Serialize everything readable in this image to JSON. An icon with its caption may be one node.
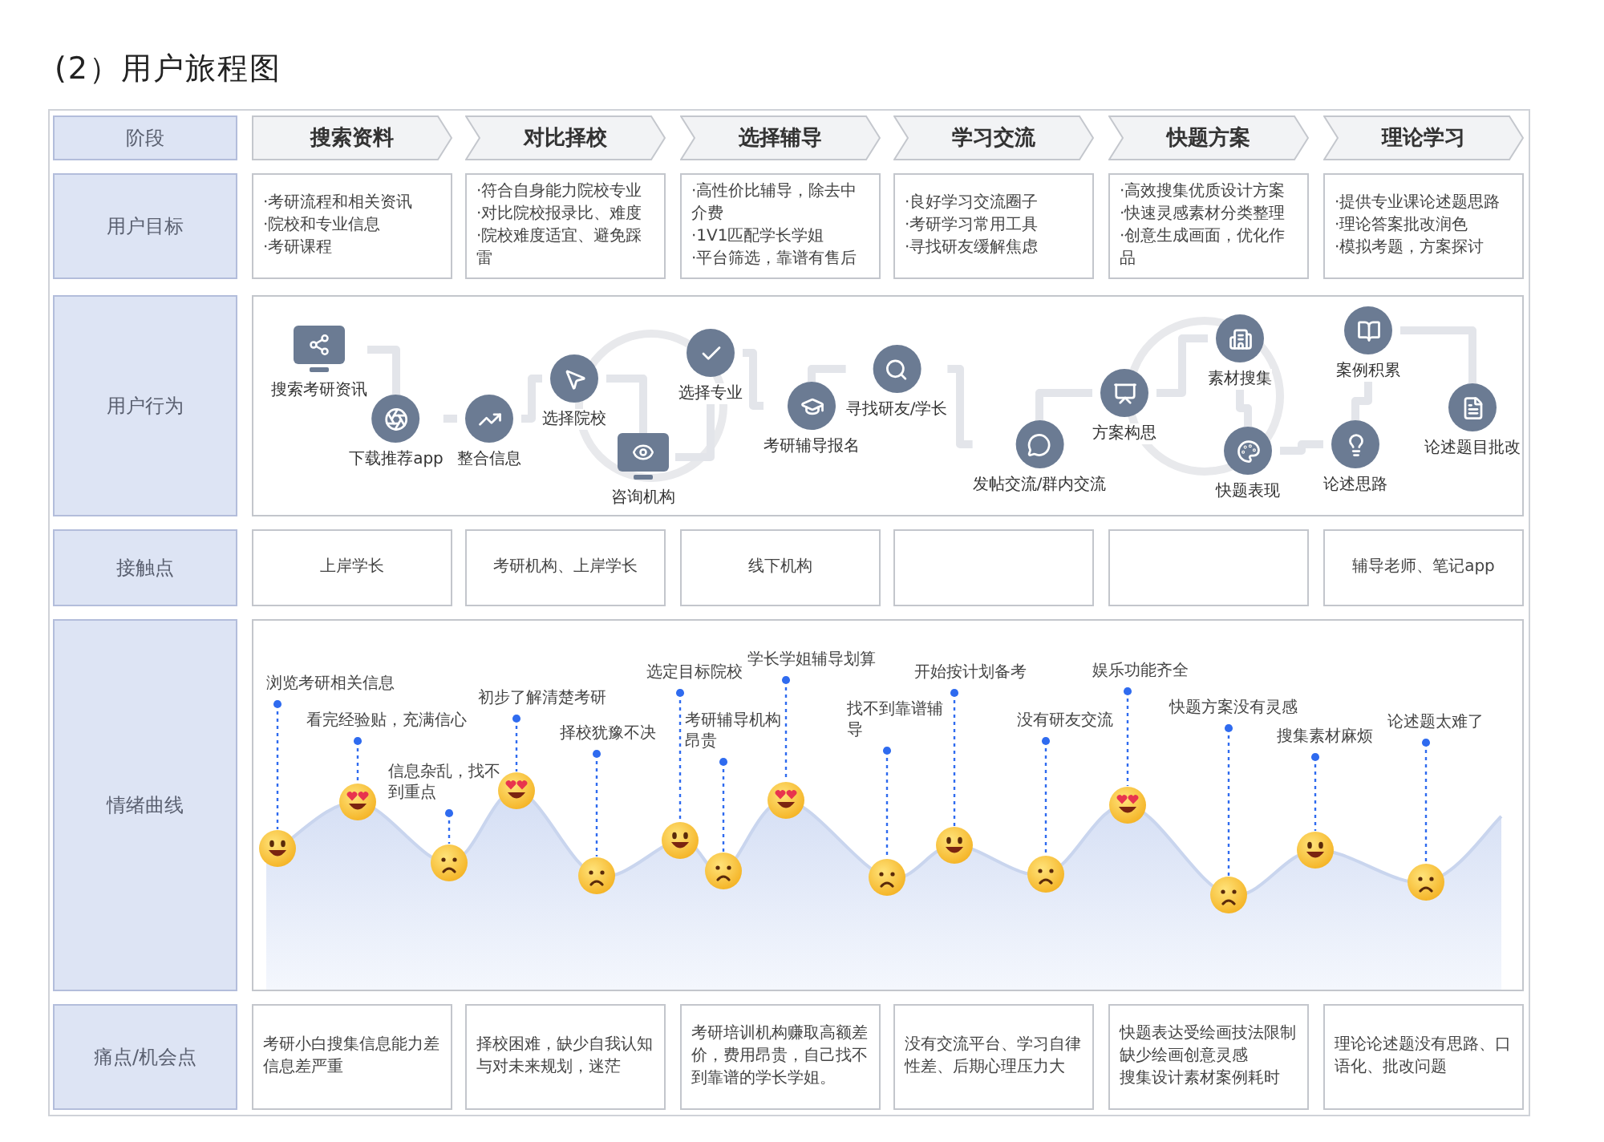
{
  "diagram": {
    "title": "(2）用户旅程图",
    "nodes": [
      {
        "text": [
          "阶段"
        ]
      },
      {
        "text": [
          "搜索资料"
        ]
      },
      {
        "text": [
          "对比择校"
        ]
      },
      {
        "text": [
          "选择辅导"
        ]
      },
      {
        "text": [
          "学习交流"
        ]
      },
      {
        "text": [
          "快题方案"
        ]
      },
      {
        "text": [
          "理论学习"
        ]
      },
      {
        "text": [
          "用户目标"
        ]
      },
      {
        "text": [
          "·考研流程和相关资讯",
          "·院校和专业信息",
          "·考研课程"
        ]
      },
      {
        "text": [
          "·符合自身能力院校专业",
          "·对比院校报录比、难度",
          "·院校难度适宜、避免踩雷"
        ]
      },
      {
        "text": [
          "·高性价比辅导，除去中介费",
          "·1V1匹配学长学姐",
          "·平台筛选，靠谱有售后"
        ]
      },
      {
        "text": [
          "·良好学习交流圈子",
          "·考研学习常用工具",
          "·寻找研友缓解焦虑"
        ]
      },
      {
        "text": [
          "·高效搜集优质设计方案",
          "·快速灵感素材分类整理",
          "·创意生成画面，优化作品"
        ]
      },
      {
        "text": [
          "·提供专业课论述题思路",
          "·理论答案批改润色",
          "·模拟考题，方案探讨"
        ]
      },
      {
        "text": [
          "用户行为"
        ]
      },
      {
        "text": [],
        "shape": "box"
      },
      {
        "text": [
          "搜索考研资讯"
        ],
        "in": 15
      },
      {
        "text": [
          "下载推荐app"
        ],
        "in": 15
      },
      {
        "text": [
          "整合信息"
        ],
        "in": 15
      },
      {
        "text": [
          "选择院校"
        ],
        "in": 15
      },
      {
        "text": [
          "咨询机构"
        ],
        "in": 15
      },
      {
        "text": [
          "选择专业"
        ],
        "in": 15
      },
      {
        "text": [
          "考研辅导报名"
        ],
        "in": 15
      },
      {
        "text": [
          "寻找研友/学长"
        ],
        "in": 15
      },
      {
        "text": [
          "发帖交流/群内交流"
        ],
        "in": 15
      },
      {
        "text": [
          "方案构思"
        ],
        "in": 15
      },
      {
        "text": [
          "素材搜集"
        ],
        "in": 15
      },
      {
        "text": [
          "快题表现"
        ],
        "in": 15
      },
      {
        "text": [
          "论述思路"
        ],
        "in": 15
      },
      {
        "text": [
          "案例积累"
        ],
        "in": 15
      },
      {
        "text": [
          "论述题目批改"
        ],
        "in": 15
      },
      {
        "text": [
          "接触点"
        ]
      },
      {
        "text": [
          "上岸学长"
        ]
      },
      {
        "text": [
          "考研机构、上岸学长"
        ]
      },
      {
        "text": [
          "线下机构"
        ]
      },
      {
        "text": [],
        "shape": "box"
      },
      {
        "text": [],
        "shape": "box"
      },
      {
        "text": [
          "辅导老师、笔记app"
        ]
      },
      {
        "text": [
          "情绪曲线"
        ]
      },
      {
        "text": [],
        "shape": "box"
      },
      {
        "text": [
          "浏览考研相关信息"
        ],
        "in": 39
      },
      {
        "text": [],
        "shape": "picture",
        "in": 39
      },
      {
        "text": [
          "看完经验贴，充满信心"
        ],
        "in": 39
      },
      {
        "text": [],
        "shape": "picture",
        "in": 39
      },
      {
        "text": [
          "信息杂乱，找不到重点"
        ],
        "in": 39
      },
      {
        "text": [],
        "shape": "picture",
        "in": 39
      },
      {
        "text": [
          "初步了解清楚考研"
        ],
        "in": 39
      },
      {
        "text": [],
        "shape": "picture",
        "in": 39
      },
      {
        "text": [
          "择校犹豫不决"
        ],
        "in": 39
      },
      {
        "text": [],
        "shape": "picture",
        "in": 39
      },
      {
        "text": [
          "选定目标院校"
        ],
        "in": 39
      },
      {
        "text": [],
        "shape": "picture",
        "in": 39
      },
      {
        "text": [
          "考研辅导机构昂贵"
        ],
        "in": 39
      },
      {
        "text": [],
        "shape": "picture",
        "in": 39
      },
      {
        "text": [
          "学长学姐辅导划算"
        ],
        "in": 39
      },
      {
        "text": [],
        "shape": "picture",
        "in": 39
      },
      {
        "text": [
          "找不到靠谱辅导"
        ],
        "in": 39
      },
      {
        "text": [],
        "shape": "picture",
        "in": 39
      },
      {
        "text": [
          "开始按计划备考"
        ],
        "in": 39
      },
      {
        "text": [],
        "shape": "picture",
        "in": 39
      },
      {
        "text": [
          "没有研友交流"
        ],
        "in": 39
      },
      {
        "text": [],
        "shape": "picture",
        "in": 39
      },
      {
        "text": [
          "娱乐功能齐全"
        ],
        "in": 39
      },
      {
        "text": [],
        "shape": "picture",
        "in": 39
      },
      {
        "text": [
          "快题方案没有灵感"
        ],
        "in": 39
      },
      {
        "text": [],
        "shape": "picture",
        "in": 39
      },
      {
        "text": [
          "搜集素材麻烦"
        ],
        "in": 39
      },
      {
        "text": [],
        "shape": "picture",
        "in": 39
      },
      {
        "text": [
          "论述题太难了"
        ],
        "in": 39
      },
      {
        "text": [],
        "shape": "picture",
        "in": 39
      },
      {
        "text": [
          "痛点/机会点"
        ]
      },
      {
        "text": [
          "考研小白搜集信息能力差信息差严重"
        ]
      },
      {
        "text": [
          "择校困难，缺少自我认知与对未来规划，迷茫"
        ]
      },
      {
        "text": [
          "考研培训机构赚取高额差价，费用昂贵，自己找不到靠谱的学长学姐。"
        ]
      },
      {
        "text": [
          "没有交流平台、学习自律性差、后期心理压力大"
        ]
      },
      {
        "text": [
          "快题表达受绘画技法限制",
          "缺少绘画创意灵感",
          "搜集设计素材案例耗时"
        ]
      },
      {
        "text": [
          "理论论述题没有思路、口语化、批改问题"
        ]
      }
    ],
    "edges": [
      {
        "from": 16,
        "to": 17,
        "arrow": "none",
        "style": "thick",
        "color": "#e3e5ea"
      },
      {
        "from": 17,
        "to": 18,
        "arrow": "none",
        "style": "thick",
        "color": "#e3e5ea"
      },
      {
        "from": 18,
        "to": 19,
        "arrow": "none",
        "style": "thick",
        "color": "#e3e5ea"
      },
      {
        "from": 19,
        "to": 20,
        "arrow": "none",
        "style": "thick",
        "color": "#e3e5ea"
      },
      {
        "from": 20,
        "to": 21,
        "arrow": "none",
        "style": "thick",
        "color": "#e3e5ea"
      },
      {
        "from": 21,
        "to": 22,
        "arrow": "none",
        "style": "thick",
        "color": "#e3e5ea"
      },
      {
        "from": 22,
        "to": 23,
        "arrow": "none",
        "style": "thick",
        "color": "#e3e5ea"
      },
      {
        "from": 23,
        "to": 24,
        "arrow": "none",
        "style": "thick",
        "color": "#e3e5ea"
      },
      {
        "from": 24,
        "to": 25,
        "arrow": "none",
        "style": "thick",
        "color": "#e3e5ea"
      },
      {
        "from": 25,
        "to": 26,
        "arrow": "none",
        "style": "thick",
        "color": "#e3e5ea"
      },
      {
        "from": 26,
        "to": 27,
        "arrow": "none",
        "style": "thick",
        "color": "#e3e5ea"
      },
      {
        "from": 27,
        "to": 28,
        "arrow": "none",
        "style": "thick",
        "color": "#e3e5ea"
      },
      {
        "from": 28,
        "to": 29,
        "arrow": "none",
        "style": "thick",
        "color": "#e3e5ea"
      },
      {
        "from": 29,
        "to": 30,
        "arrow": "none",
        "style": "thick",
        "color": "#e3e5ea"
      },
      {
        "from": 40,
        "to": 41,
        "arrow": "other",
        "style": "dashed",
        "color": "#2f6bef"
      },
      {
        "from": 42,
        "to": 43,
        "arrow": "other",
        "style": "dashed",
        "color": "#2f6bef"
      },
      {
        "from": 44,
        "to": 45,
        "arrow": "other",
        "style": "dashed",
        "color": "#2f6bef"
      },
      {
        "from": 46,
        "to": 47,
        "arrow": "other",
        "style": "dashed",
        "color": "#2f6bef"
      },
      {
        "from": 48,
        "to": 49,
        "arrow": "other",
        "style": "dashed",
        "color": "#2f6bef"
      },
      {
        "from": 50,
        "to": 51,
        "arrow": "other",
        "style": "dashed",
        "color": "#2f6bef"
      },
      {
        "from": 52,
        "to": 53,
        "arrow": "other",
        "style": "dashed",
        "color": "#2f6bef"
      },
      {
        "from": 54,
        "to": 55,
        "arrow": "other",
        "style": "dashed",
        "color": "#2f6bef"
      },
      {
        "from": 56,
        "to": 57,
        "arrow": "other",
        "style": "dashed",
        "color": "#2f6bef"
      },
      {
        "from": 58,
        "to": 59,
        "arrow": "other",
        "style": "dashed",
        "color": "#2f6bef"
      },
      {
        "from": 60,
        "to": 61,
        "arrow": "other",
        "style": "dashed",
        "color": "#2f6bef"
      },
      {
        "from": 62,
        "to": 63,
        "arrow": "other",
        "style": "dashed",
        "color": "#2f6bef"
      },
      {
        "from": 64,
        "to": 65,
        "arrow": "other",
        "style": "dashed",
        "color": "#2f6bef"
      },
      {
        "from": 66,
        "to": 67,
        "arrow": "other",
        "style": "dashed",
        "color": "#2f6bef"
      },
      {
        "from": 68,
        "to": 69,
        "arrow": "other",
        "style": "dashed",
        "color": "#2f6bef"
      }
    ]
  }
}
